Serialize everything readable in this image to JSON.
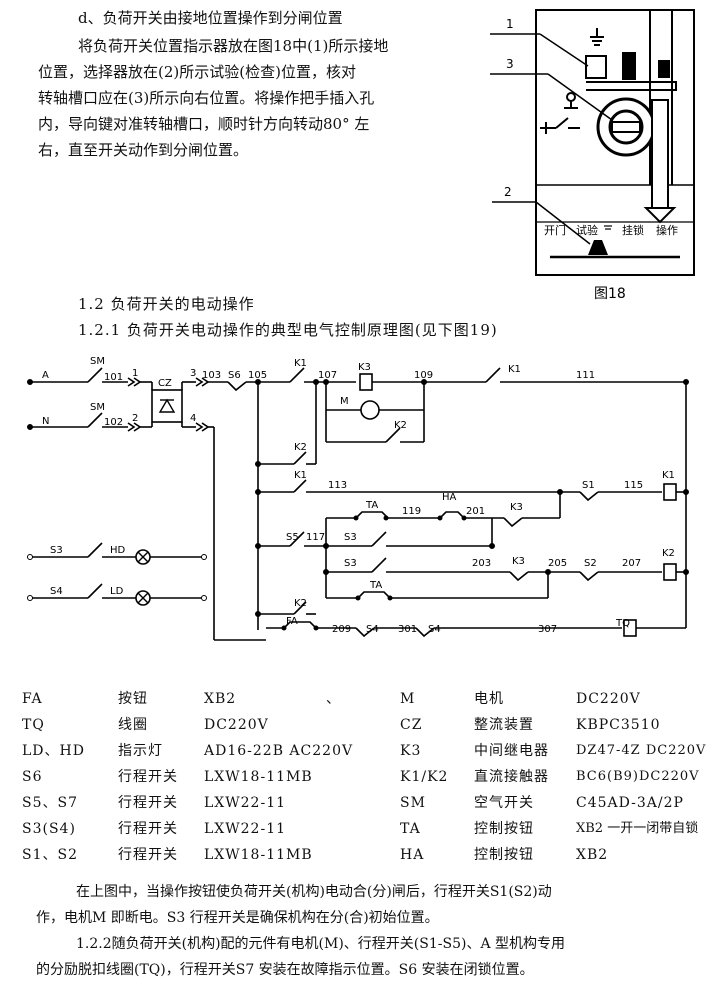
{
  "intro": {
    "heading": "d、负荷开关由接地位置操作到分闸位置",
    "lines": [
      "将负荷开关位置指示器放在图18中(1)所示接地",
      "位置，选择器放在(2)所示试验(检查)位置，核对",
      "转轴槽口应在(3)所示向右位置。将操作把手插入孔",
      "内，导向键对准转轴槽口，顺时针方向转动80° 左",
      "右，直至开关动作到分闸位置。"
    ]
  },
  "fig18": {
    "caption": "图18",
    "callouts": [
      "1",
      "3",
      "2"
    ],
    "selector_labels": [
      "开门",
      "试验",
      "挂锁",
      "操作"
    ]
  },
  "section": {
    "h1": "1.2 负荷开关的电动操作",
    "h2": "1.2.1 负荷开关电动操作的典型电气控制原理图(见下图19)"
  },
  "fig19": {
    "labels": {
      "A": "A",
      "N": "N",
      "SM1": "SM",
      "SM2": "SM",
      "n101": "101",
      "n1": "1",
      "n102": "102",
      "n2": "2",
      "CZ": "CZ",
      "n3": "3",
      "n4": "4",
      "n103": "103",
      "S6": "S6",
      "n105": "105",
      "K1a": "K1",
      "n107": "107",
      "K3a": "K3",
      "n109": "109",
      "K1b": "K1",
      "n111": "111",
      "M": "M",
      "K2a": "K2",
      "K2b": "K2",
      "K1c": "K1",
      "n113": "113",
      "S1": "S1",
      "n115": "115",
      "K1coil": "K1",
      "TA1": "TA",
      "n119": "119",
      "HA": "HA",
      "n201": "201",
      "K3b": "K3",
      "S5": "S5",
      "n117": "117",
      "S3a": "S3",
      "S3b": "S3",
      "n203": "203",
      "K3c": "K3",
      "n205": "205",
      "S2": "S2",
      "n207": "207",
      "K2coil": "K2",
      "TA2": "TA",
      "K2c": "K2",
      "FA": "FA",
      "n209": "209",
      "S4a": "S4",
      "n301": "301",
      "S4b": "S4",
      "n307": "307",
      "TQ": "TQ",
      "S3c": "S3",
      "HD": "HD",
      "S4c": "S4",
      "LD": "LD"
    }
  },
  "components": [
    [
      "FA",
      "按钮",
      "XB2",
      "、",
      "M",
      "电机",
      "DC220V"
    ],
    [
      "TQ",
      "线圈",
      "DC220V",
      "",
      "CZ",
      "整流装置",
      "KBPC3510"
    ],
    [
      "LD、HD",
      "指示灯",
      "AD16-22B  AC220V",
      "",
      "K3",
      "中间继电器",
      "DZ47-4Z   DC220V"
    ],
    [
      "S6",
      "行程开关",
      "LXW18-11MB",
      "",
      "K1/K2",
      "直流接触器",
      "BC6(B9)DC220V"
    ],
    [
      "S5、S7",
      "行程开关",
      "LXW22-11",
      "",
      "SM",
      "空气开关",
      "C45AD-3A/2P"
    ],
    [
      "S3(S4)",
      "行程开关",
      "LXW22-11",
      "",
      "TA",
      "控制按钮",
      "XB2 一开一闭带自锁"
    ],
    [
      "S1、S2",
      "行程开关",
      "LXW18-11MB",
      "",
      "HA",
      "控制按钮",
      "XB2"
    ]
  ],
  "closing": {
    "p1a": "在上图中，当操作按钮使负荷开关(机构)电动合(分)闸后，行程开关S1(S2)动",
    "p1b": "作，电机M 即断电。S3 行程开关是确保机构在分(合)初始位置。",
    "p2a": "1.2.2随负荷开关(机构)配的元件有电机(M)、行程开关(S1-S5)、A 型机构专用",
    "p2b": "的分励脱扣线圈(TQ)，行程开关S7 安装在故障指示位置。S6 安装在闭锁位置。"
  }
}
